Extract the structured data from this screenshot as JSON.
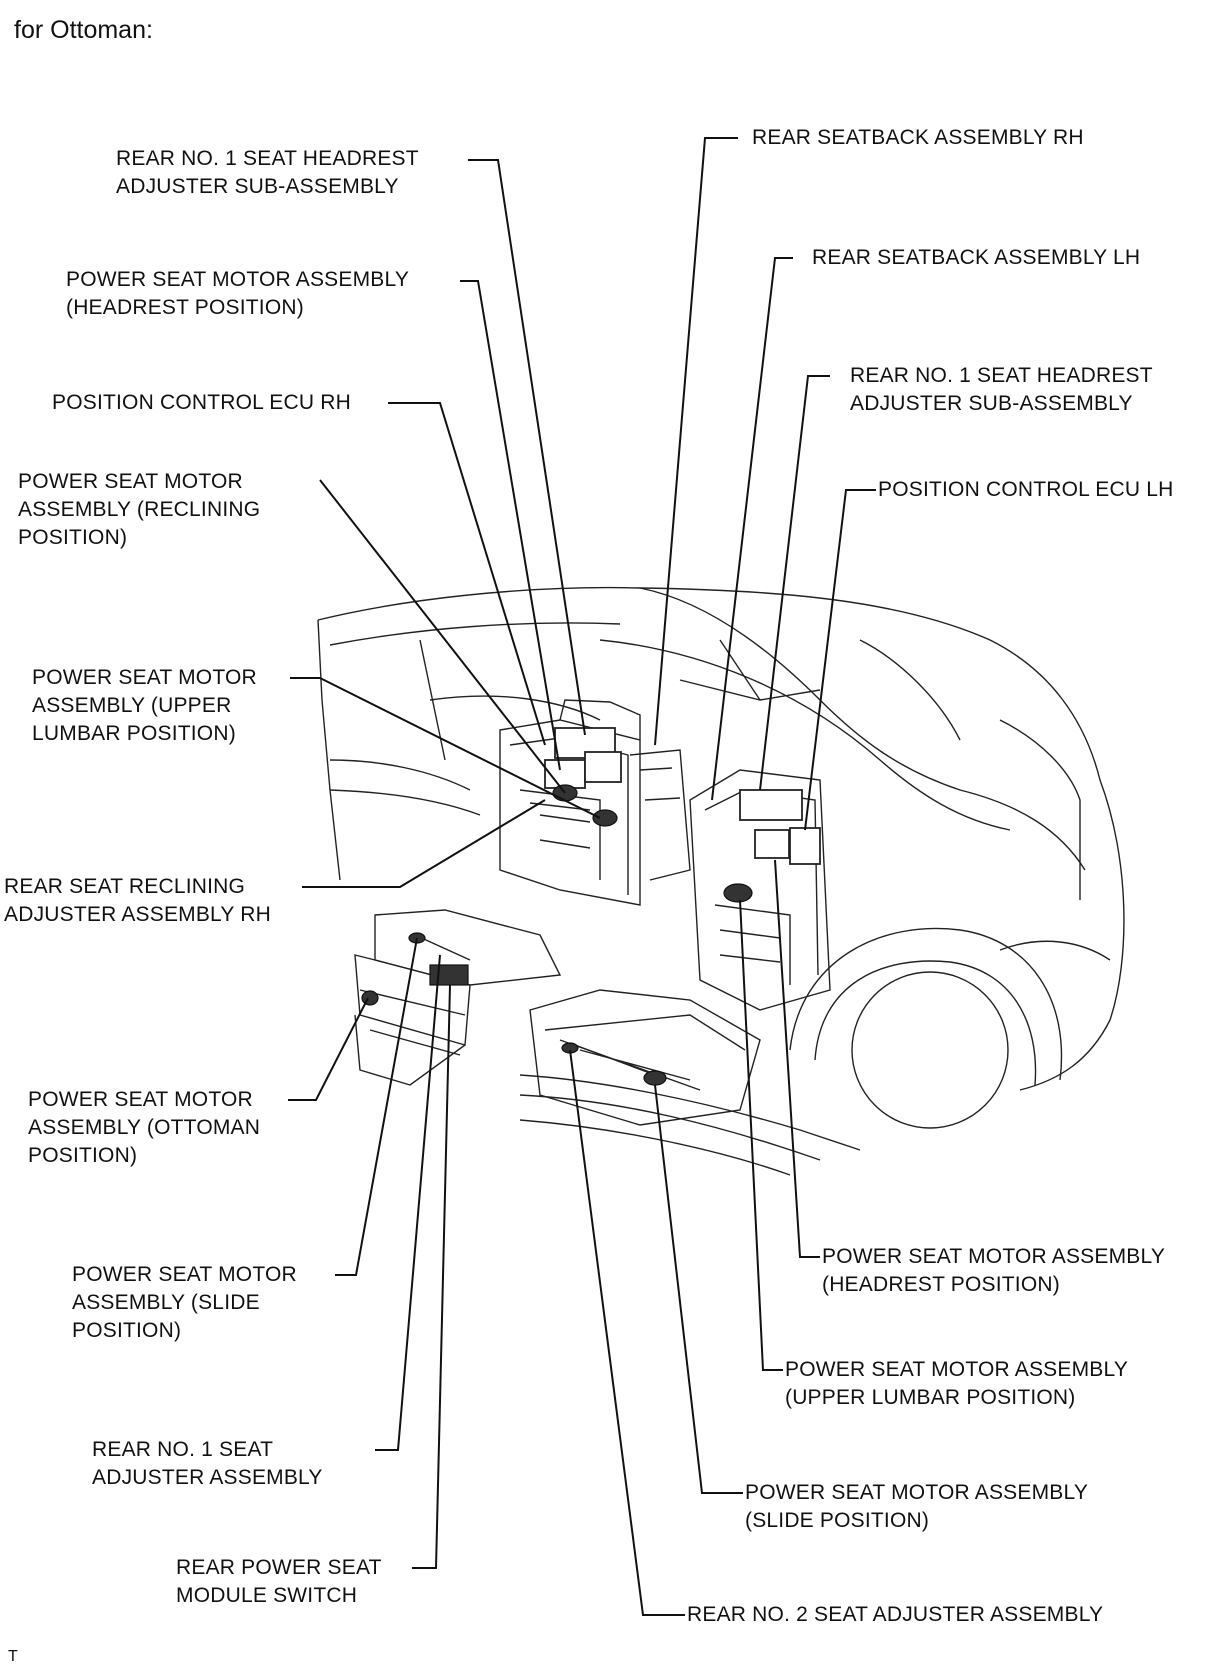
{
  "header": {
    "title": "for Ottoman:"
  },
  "footer": {
    "mark": "T"
  },
  "labels": {
    "rear_no1_headrest_rh": "REAR NO. 1 SEAT HEADREST\nADJUSTER SUB-ASSEMBLY",
    "psm_headrest_rh": "POWER SEAT MOTOR ASSEMBLY\n(HEADREST POSITION)",
    "ecu_rh": "POSITION CONTROL ECU RH",
    "psm_reclining": "POWER SEAT MOTOR\nASSEMBLY (RECLINING\nPOSITION)",
    "psm_upper_lumbar_rh": "POWER SEAT MOTOR\nASSEMBLY (UPPER\nLUMBAR POSITION)",
    "reclining_adjuster_rh": "REAR SEAT RECLINING\nADJUSTER ASSEMBLY RH",
    "psm_ottoman": "POWER SEAT MOTOR\nASSEMBLY (OTTOMAN\nPOSITION)",
    "psm_slide_left": "POWER SEAT MOTOR\nASSEMBLY (SLIDE\nPOSITION)",
    "rear_no1_seat_adjuster": "REAR NO. 1 SEAT\nADJUSTER ASSEMBLY",
    "rear_power_seat_switch": "REAR POWER SEAT\nMODULE SWITCH",
    "seatback_rh": "REAR SEATBACK ASSEMBLY RH",
    "seatback_lh": "REAR SEATBACK ASSEMBLY LH",
    "rear_no1_headrest_lh": "REAR NO. 1 SEAT HEADREST\nADJUSTER SUB-ASSEMBLY",
    "ecu_lh": "POSITION CONTROL ECU LH",
    "psm_headrest_lh": "POWER SEAT MOTOR ASSEMBLY\n(HEADREST POSITION)",
    "psm_upper_lumbar_lh": "POWER SEAT MOTOR ASSEMBLY\n(UPPER LUMBAR POSITION)",
    "psm_slide_right": "POWER SEAT MOTOR ASSEMBLY\n(SLIDE POSITION)",
    "rear_no2_seat_adjuster": "REAR NO. 2 SEAT ADJUSTER ASSEMBLY"
  }
}
